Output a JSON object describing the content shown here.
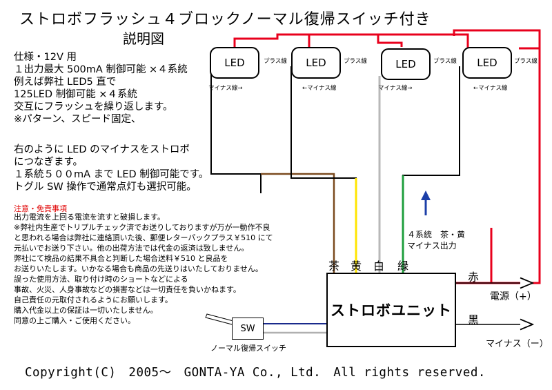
{
  "title": "ストロボフラッシュ４ブロックノーマル復帰スイッチ付き",
  "subtitle": "説明図",
  "spec_lines": [
    "仕様・12V 用",
    "１出力最大 500mA 制御可能 ×４系統",
    "例えば弊社 LED5 直で",
    "125LED 制御可能 ×４系統",
    "交互にフラッシュを繰り返します。",
    "※パターン、スピード固定、"
  ],
  "connect_lines": [
    "右のように LED のマイナスをストロボ",
    "につなぎます。",
    "１系統５００mA まで LED 制御可能です。",
    "トグル SW 操作で通常点灯も選択可能。"
  ],
  "warning": {
    "heading": "注意・免責事項",
    "lines": [
      "出力電流を上回る電流を流すと破損します。",
      "※弊社内生産でトリプルチェック済でお送りしておりますが万が一動作不良",
      "と思われる場合は弊社に連絡頂いた後、郵便レターパックプラス￥510 にて",
      "元払いでお送り下さい。他の出荷方法では代金の返済は致しません。",
      "弊社にて検品の結果不具合と判断した場合送料￥510 と良品を",
      "お送りいたします。いかなる場合も商品の先送りはいたしておりません。",
      "誤った使用方法、取り付け時のショートなどによる",
      "事故、火災、人身事故などの損害などは一切責任を負いかねます。",
      "自己責任の元取付されるようにお願いします。",
      "購入代金以上の保証は一切いたしません。",
      "同意の上ご購入・ご使用ください。"
    ]
  },
  "leds": [
    {
      "label": "LED",
      "plus_label": "プラス線",
      "minus_label": "マイナス線→"
    },
    {
      "label": "LED",
      "plus_label": "プラス線",
      "minus_label": "←マイナス線"
    },
    {
      "label": "LED",
      "plus_label": "プラス線",
      "minus_label": "マイナス線→"
    },
    {
      "label": "LED",
      "plus_label": "プラス線",
      "minus_label": "←マイナス線"
    }
  ],
  "wire_labels": {
    "brown": "茶",
    "yellow": "黄",
    "white": "白",
    "green": "緑",
    "red": "赤",
    "black": "黒"
  },
  "annotation": {
    "line1": "４系統　茶・黄",
    "line2": "マイナス出力"
  },
  "unit_label": "ストロボユニット",
  "switch": {
    "label": "SW",
    "caption": "ノーマル復帰スイッチ"
  },
  "power_plus": "電源（+）",
  "power_minus": "マイナス（ー）",
  "footer": "Copyright(C)　2005〜　GONTA-YA Co., Ltd.　All rights reserved.",
  "colors": {
    "red": "#e8001c",
    "brown": "#7a4a1e",
    "yellow": "#ffe500",
    "white_wire": "#b8b8b8",
    "green": "#1e9e3c",
    "black": "#000000",
    "blue_wire": "#1a2a8c",
    "arrow_blue": "#1c3fa8",
    "warning": "#e00000"
  }
}
